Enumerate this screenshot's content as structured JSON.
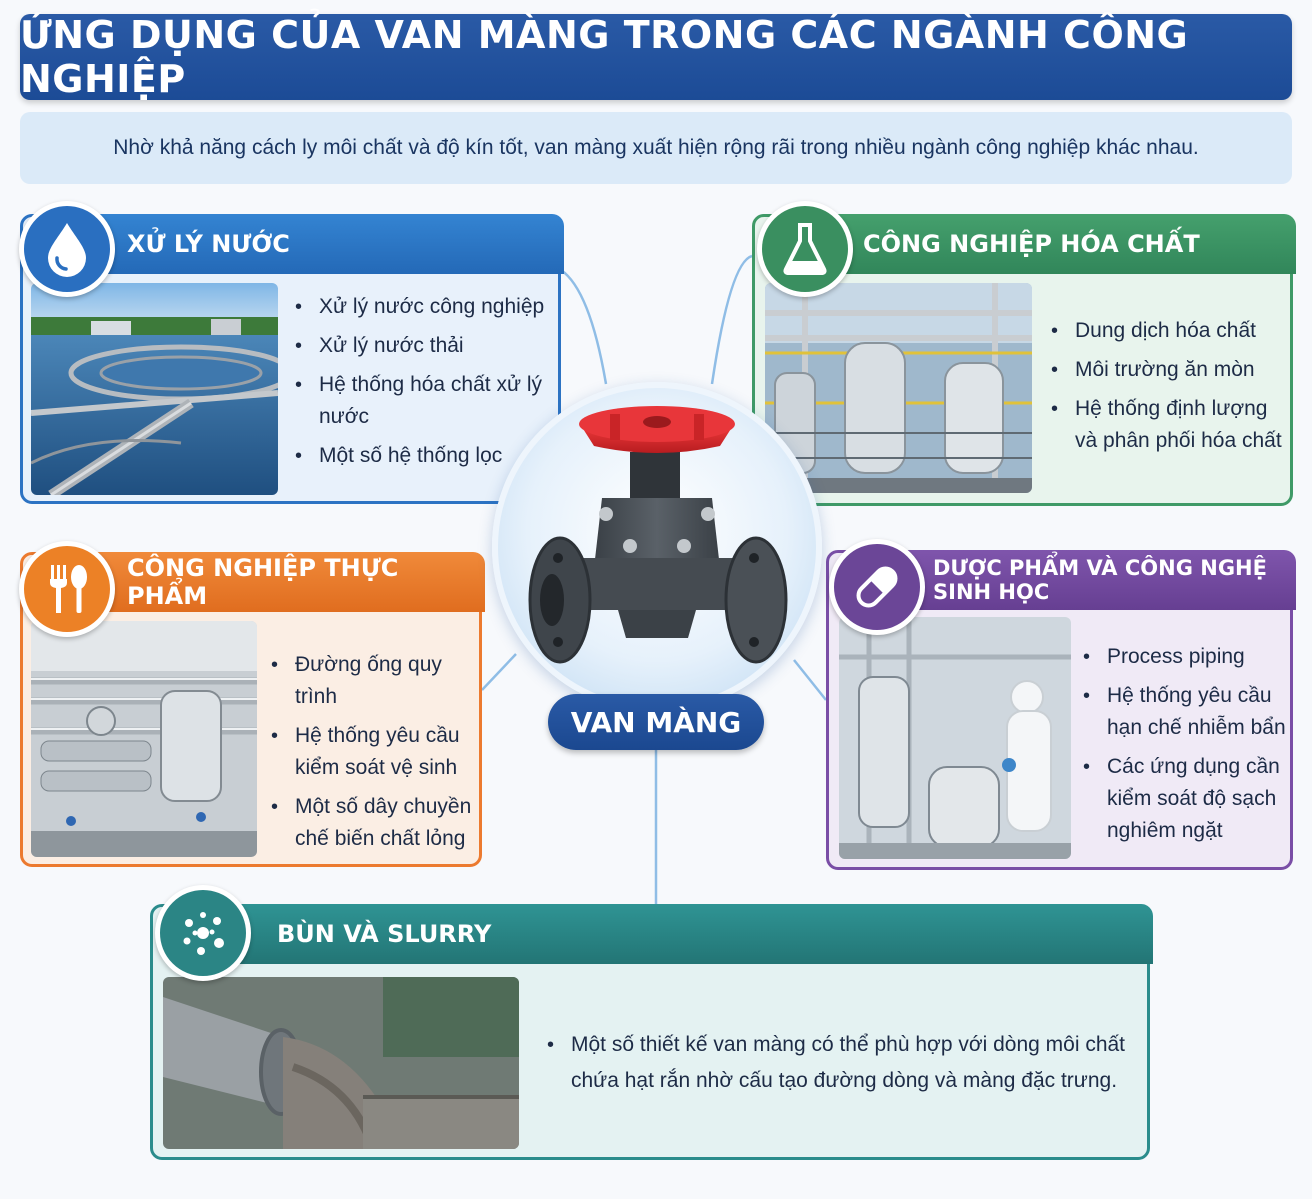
{
  "title": "ỨNG DỤNG CỦA VAN MÀNG TRONG CÁC NGÀNH CÔNG NGHIỆP",
  "intro": "Nhờ khả năng cách ly môi chất và độ kín tốt, van màng xuất hiện rộng rãi trong nhiều ngành công nghiệp khác nhau.",
  "center": {
    "label": "VAN MÀNG"
  },
  "colors": {
    "title": "#1c4b96",
    "water": "#2c73c3",
    "chemical": "#3f9a67",
    "food": "#ec7a2f",
    "pharma": "#7a4ea6",
    "slurry": "#2b8c8c",
    "valve_handle": "#d8262a"
  },
  "sections": {
    "water": {
      "title": "XỬ LÝ NƯỚC",
      "icon": "water-drop-icon",
      "items": [
        "Xử lý nước công nghiệp",
        "Xử lý nước thải",
        "Hệ thống hóa chất xử lý nước",
        "Một số hệ thống lọc"
      ]
    },
    "chemical": {
      "title": "CÔNG NGHIỆP HÓA CHẤT",
      "icon": "flask-icon",
      "items": [
        "Dung dịch hóa chất",
        "Môi trường ăn mòn",
        "Hệ thống định lượng và phân phối hóa chất"
      ]
    },
    "food": {
      "title": "CÔNG NGHIỆP THỰC PHẨM",
      "icon": "fork-spoon-icon",
      "items": [
        "Đường ống quy trình",
        "Hệ thống yêu cầu kiểm soát vệ sinh",
        "Một số dây chuyền chế biến chất lỏng"
      ]
    },
    "pharma": {
      "title": "DƯỢC PHẨM VÀ CÔNG NGHỆ SINH HỌC",
      "icon": "capsule-icon",
      "items": [
        "Process piping",
        "Hệ thống yêu cầu hạn chế nhiễm bẩn",
        "Các ứng dụng cần kiểm soát độ sạch nghiêm ngặt"
      ]
    },
    "slurry": {
      "title": "BÙN VÀ SLURRY",
      "icon": "particles-icon",
      "items": [
        "Một số thiết kế van màng có thể phù hợp với dòng môi chất chứa hạt rắn nhờ cấu tạo đường dòng và màng đặc trưng."
      ]
    }
  }
}
